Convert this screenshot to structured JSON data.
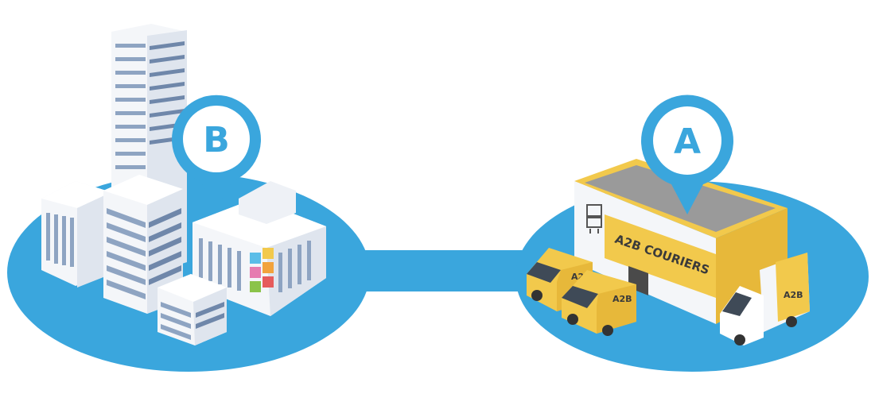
{
  "pins": {
    "origin": {
      "letter": "A"
    },
    "destination": {
      "letter": "B"
    }
  },
  "depot": {
    "sign": "A2B COURIERS",
    "van_logo": "A2B",
    "truck_logo": "A2B"
  },
  "colors": {
    "island": "#3aa6dd",
    "pin": "#3aa6dd",
    "courier_yellow": "#f2c94c",
    "building_white": "#f4f6f9",
    "window_blue": "#8ea4c2"
  },
  "icons": [
    "map-pin-icon",
    "robot-icon",
    "shop-sign-icon"
  ]
}
